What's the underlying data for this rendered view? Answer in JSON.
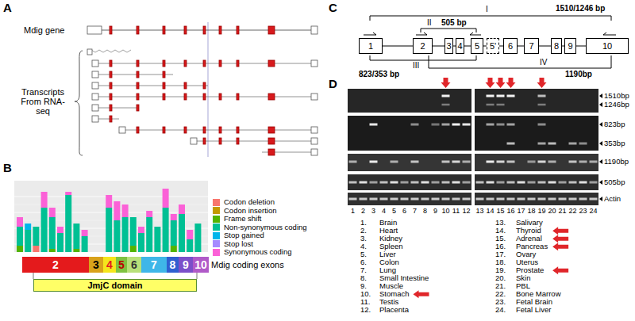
{
  "diagram": {
    "nodes": [
      {
        "text": [
          "2"
        ]
      },
      {
        "text": [
          "3"
        ]
      },
      {
        "text": [
          "4"
        ]
      },
      {
        "text": [
          "5"
        ]
      },
      {
        "text": [
          "6"
        ]
      },
      {
        "text": [
          "7"
        ]
      },
      {
        "text": [
          "8"
        ]
      },
      {
        "text": [
          "9"
        ]
      },
      {
        "text": [
          "10"
        ]
      },
      {
        "text": [
          "JmjC domain"
        ]
      },
      {
        "text": [
          "1"
        ]
      },
      {
        "text": [
          "2"
        ]
      },
      {
        "text": [
          "3"
        ]
      },
      {
        "text": [
          "4"
        ]
      },
      {
        "text": [
          "5"
        ]
      },
      {
        "text": [
          "5'"
        ]
      },
      {
        "text": [
          "6"
        ]
      },
      {
        "text": [
          "7"
        ]
      },
      {
        "text": [
          "8"
        ]
      },
      {
        "text": [
          "9"
        ]
      },
      {
        "text": [
          "10"
        ]
      }
    ],
    "edges": [
      {
        "from": 10,
        "to": 11,
        "arrow": "none"
      },
      {
        "from": 11,
        "to": 12,
        "arrow": "none"
      },
      {
        "from": 12,
        "to": 13,
        "arrow": "none"
      },
      {
        "from": 13,
        "to": 14,
        "arrow": "none"
      },
      {
        "from": 14,
        "to": 15,
        "arrow": "none"
      },
      {
        "from": 15,
        "to": 16,
        "arrow": "none"
      },
      {
        "from": 16,
        "to": 17,
        "arrow": "none"
      },
      {
        "from": 17,
        "to": 18,
        "arrow": "none"
      },
      {
        "from": 18,
        "to": 19,
        "arrow": "none"
      },
      {
        "from": 19,
        "to": 20,
        "arrow": "none"
      }
    ],
    "labels": [
      "A",
      "Mdig gene",
      "Transcripts From RNA-seq",
      "B",
      "Mdig coding exons",
      "C",
      "I",
      "1510/1246 bp",
      "II",
      "505 bp",
      "III",
      "823/353 bp",
      "IV",
      "1190bp",
      "D",
      "1510bp",
      "1246bp",
      "823bp",
      "353bp",
      "1190bp",
      "505bp",
      "Actin",
      "1",
      "2",
      "3",
      "4",
      "5",
      "6",
      "7",
      "8",
      "9",
      "10",
      "11",
      "12",
      "13",
      "14",
      "15",
      "16",
      "17",
      "18",
      "19",
      "20",
      "21",
      "22",
      "23",
      "24",
      "1.",
      "Brain",
      "2.",
      "Heart",
      "3.",
      "Kidney",
      "4.",
      "Spleen",
      "5.",
      "Liver",
      "6.",
      "Colon",
      "7.",
      "Lung",
      "8.",
      "Small Intestine",
      "9.",
      "Muscle",
      "10.",
      "Stomach",
      "11.",
      "Testis",
      "12.",
      "Placenta",
      "13.",
      "Salivary",
      "14.",
      "Thyroid",
      "15.",
      "Adrenal",
      "16.",
      "Pancreas",
      "17.",
      "Ovary",
      "18.",
      "Uterus",
      "19.",
      "Prostate",
      "20.",
      "Skin",
      "21.",
      "PBL",
      "22.",
      "Bone Marrow",
      "23.",
      "Fetal Brain",
      "24.",
      "Fetal Liver"
    ],
    "legend": [
      {
        "text": "Codon deletion",
        "color": "#F8766D"
      },
      {
        "text": "Codon insertion",
        "color": "#C49A00"
      },
      {
        "text": "Frame shift",
        "color": "#53B400"
      },
      {
        "text": "Non-synonymous coding",
        "color": "#00C094"
      },
      {
        "text": "Stop gained",
        "color": "#00B6EB"
      },
      {
        "text": "Stop lost",
        "color": "#A58AFF"
      },
      {
        "text": "Synonymous coding",
        "color": "#FB61D7"
      }
    ]
  }
}
